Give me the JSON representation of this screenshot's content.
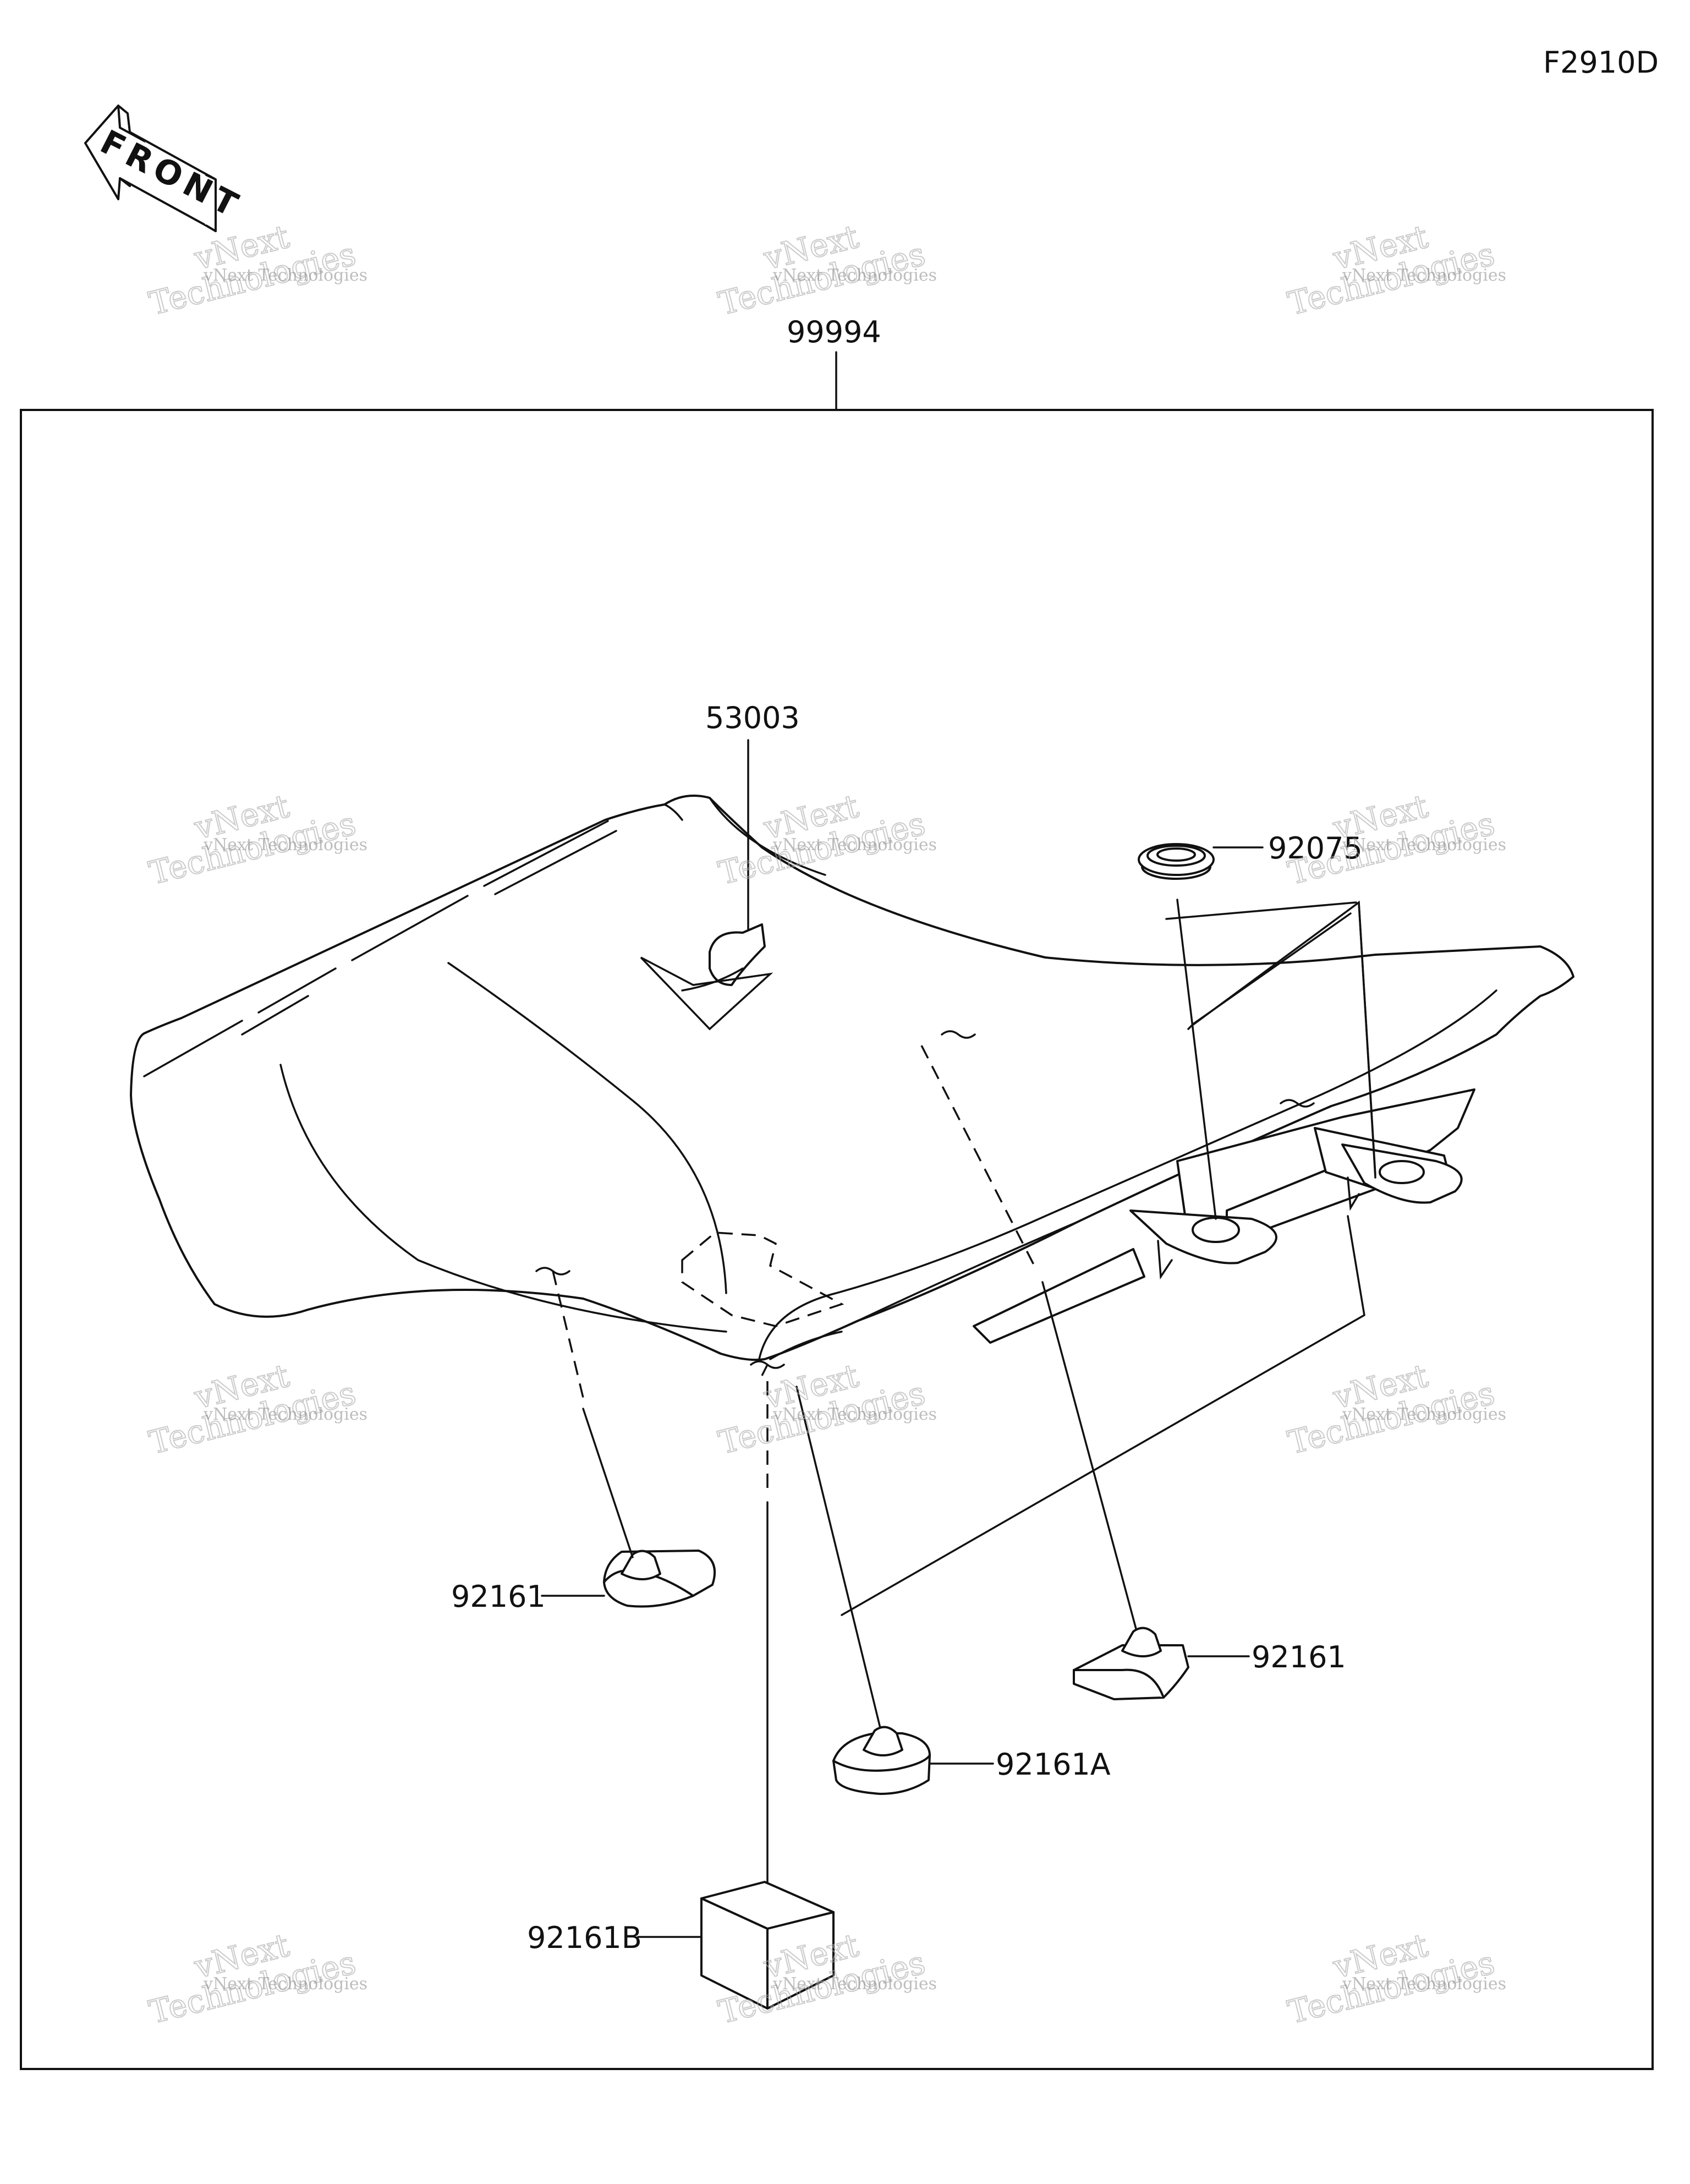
{
  "diagram_code": "F2910D",
  "front_arrow": {
    "text": "FRONT",
    "icon": "front-direction-arrow-icon"
  },
  "watermark": {
    "line1": "vNext Technologies",
    "line2": "vNext",
    "line3": "Technologies"
  },
  "parts": {
    "kit": "99994",
    "seat": "53003",
    "grommet": "92075",
    "damper_left": "92161",
    "damper_right": "92161",
    "damper_a": "92161A",
    "damper_b": "92161B"
  },
  "colors": {
    "line": "#111111",
    "background": "#ffffff",
    "watermark": "#999999"
  }
}
